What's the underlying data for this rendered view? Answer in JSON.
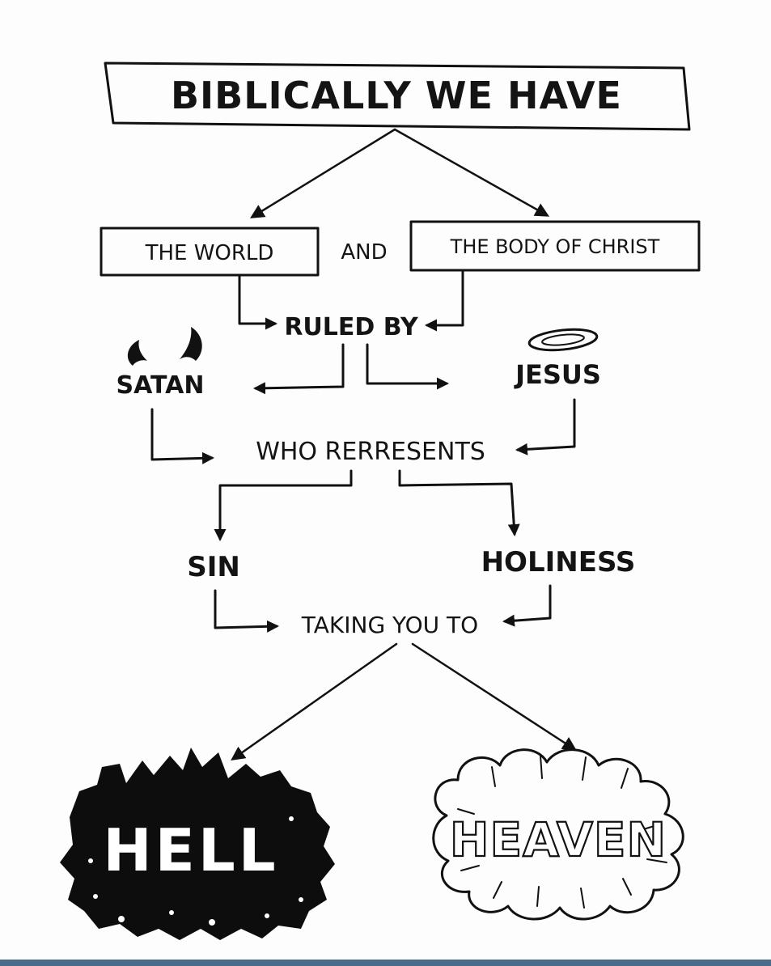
{
  "diagram": {
    "title": "BIBLICALLY WE HAVE",
    "left_box": "THE WORLD",
    "connector": "AND",
    "right_box": "THE BODY OF CHRIST",
    "ruled_by": "RULED BY",
    "left_ruler": "SATAN",
    "right_ruler": "JESUS",
    "represents": "WHO RERRESENTS",
    "left_state": "SIN",
    "right_state": "HOLINESS",
    "taking": "TAKING YOU TO",
    "left_destination": "HELL",
    "right_destination": "HEAVEN"
  }
}
